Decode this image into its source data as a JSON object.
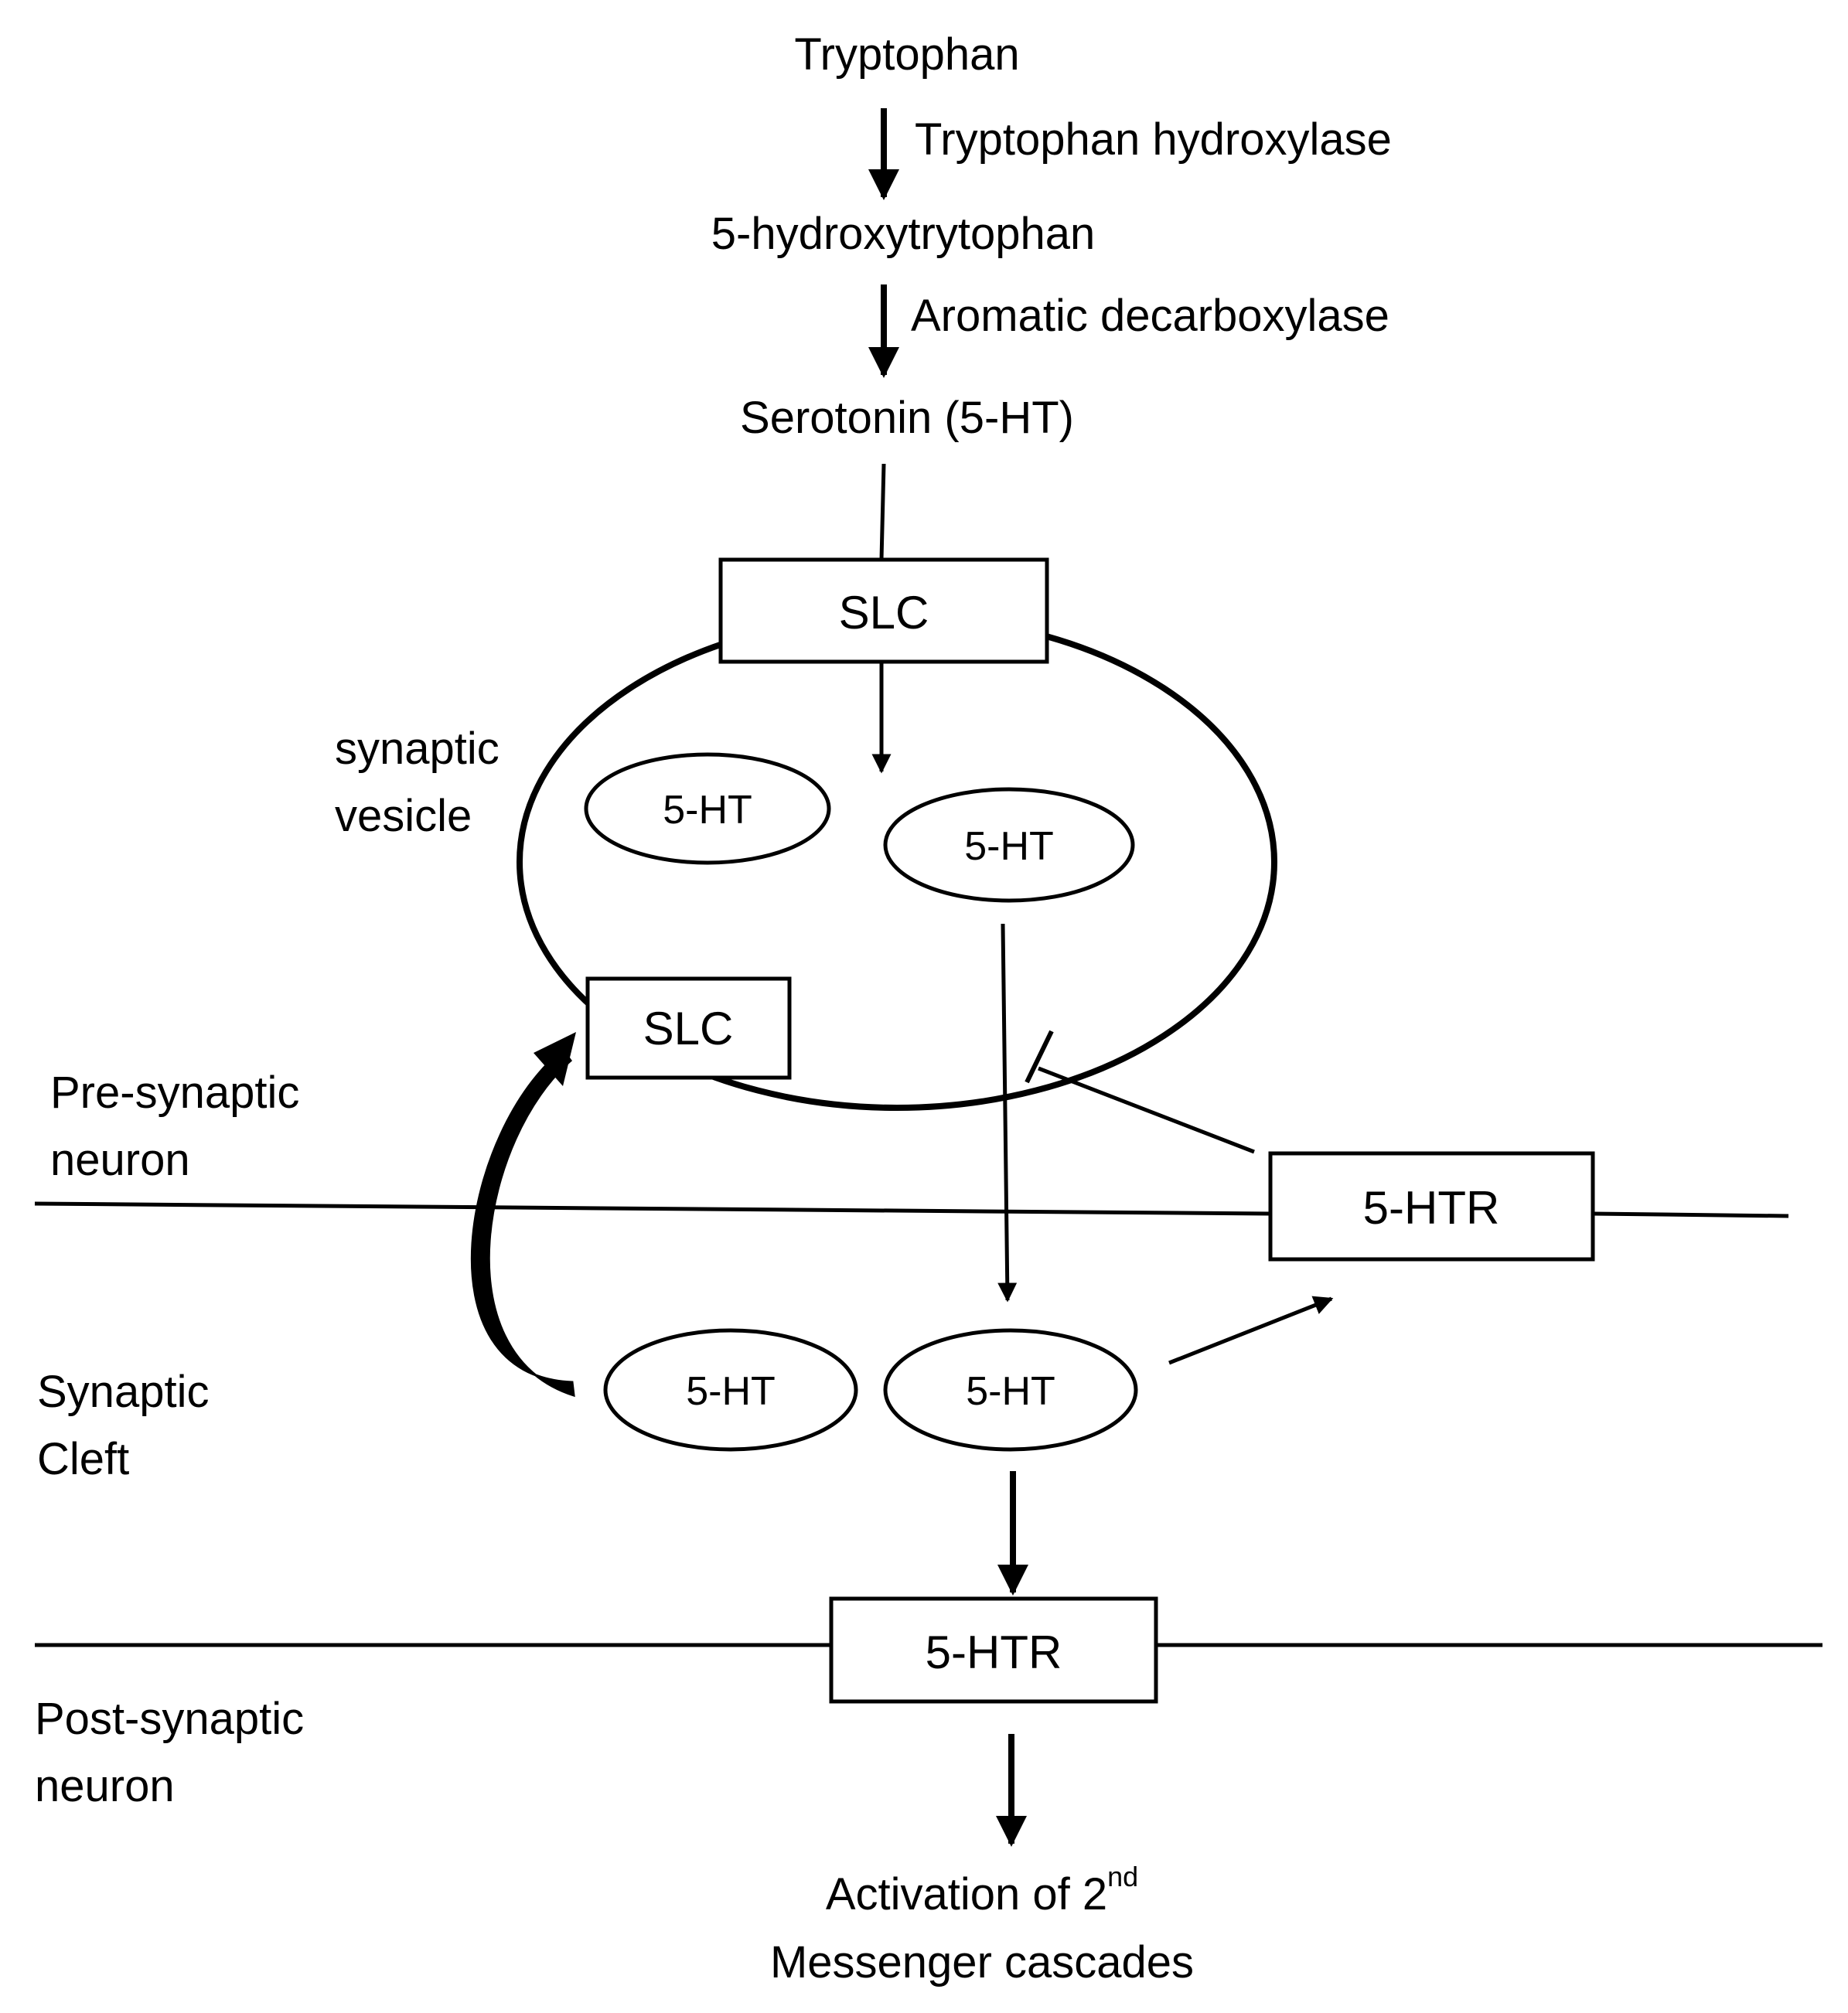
{
  "pathway": {
    "tryptophan": "Tryptophan",
    "enzyme1": "Tryptophan hydroxylase",
    "intermediate": "5-hydroxytrytophan",
    "enzyme2": "Aromatic decarboxylase",
    "serotonin": "Serotonin (5-HT)"
  },
  "vesicle": {
    "label_line1": "synaptic",
    "label_line2": "vesicle",
    "slc_top": "SLC",
    "slc_bottom": "SLC",
    "ht_left": "5-HT",
    "ht_right": "5-HT"
  },
  "regions": {
    "pre_line1": "Pre-synaptic",
    "pre_line2": "neuron",
    "cleft_line1": "Synaptic",
    "cleft_line2": "Cleft",
    "post_line1": "Post-synaptic",
    "post_line2": "neuron"
  },
  "cleft": {
    "ht_left": "5-HT",
    "ht_right": "5-HT"
  },
  "receptors": {
    "pre": "5-HTR",
    "post": "5-HTR"
  },
  "output": {
    "line1_main": "Activation of 2",
    "line1_sup": "nd",
    "line2": "Messenger cascades"
  }
}
